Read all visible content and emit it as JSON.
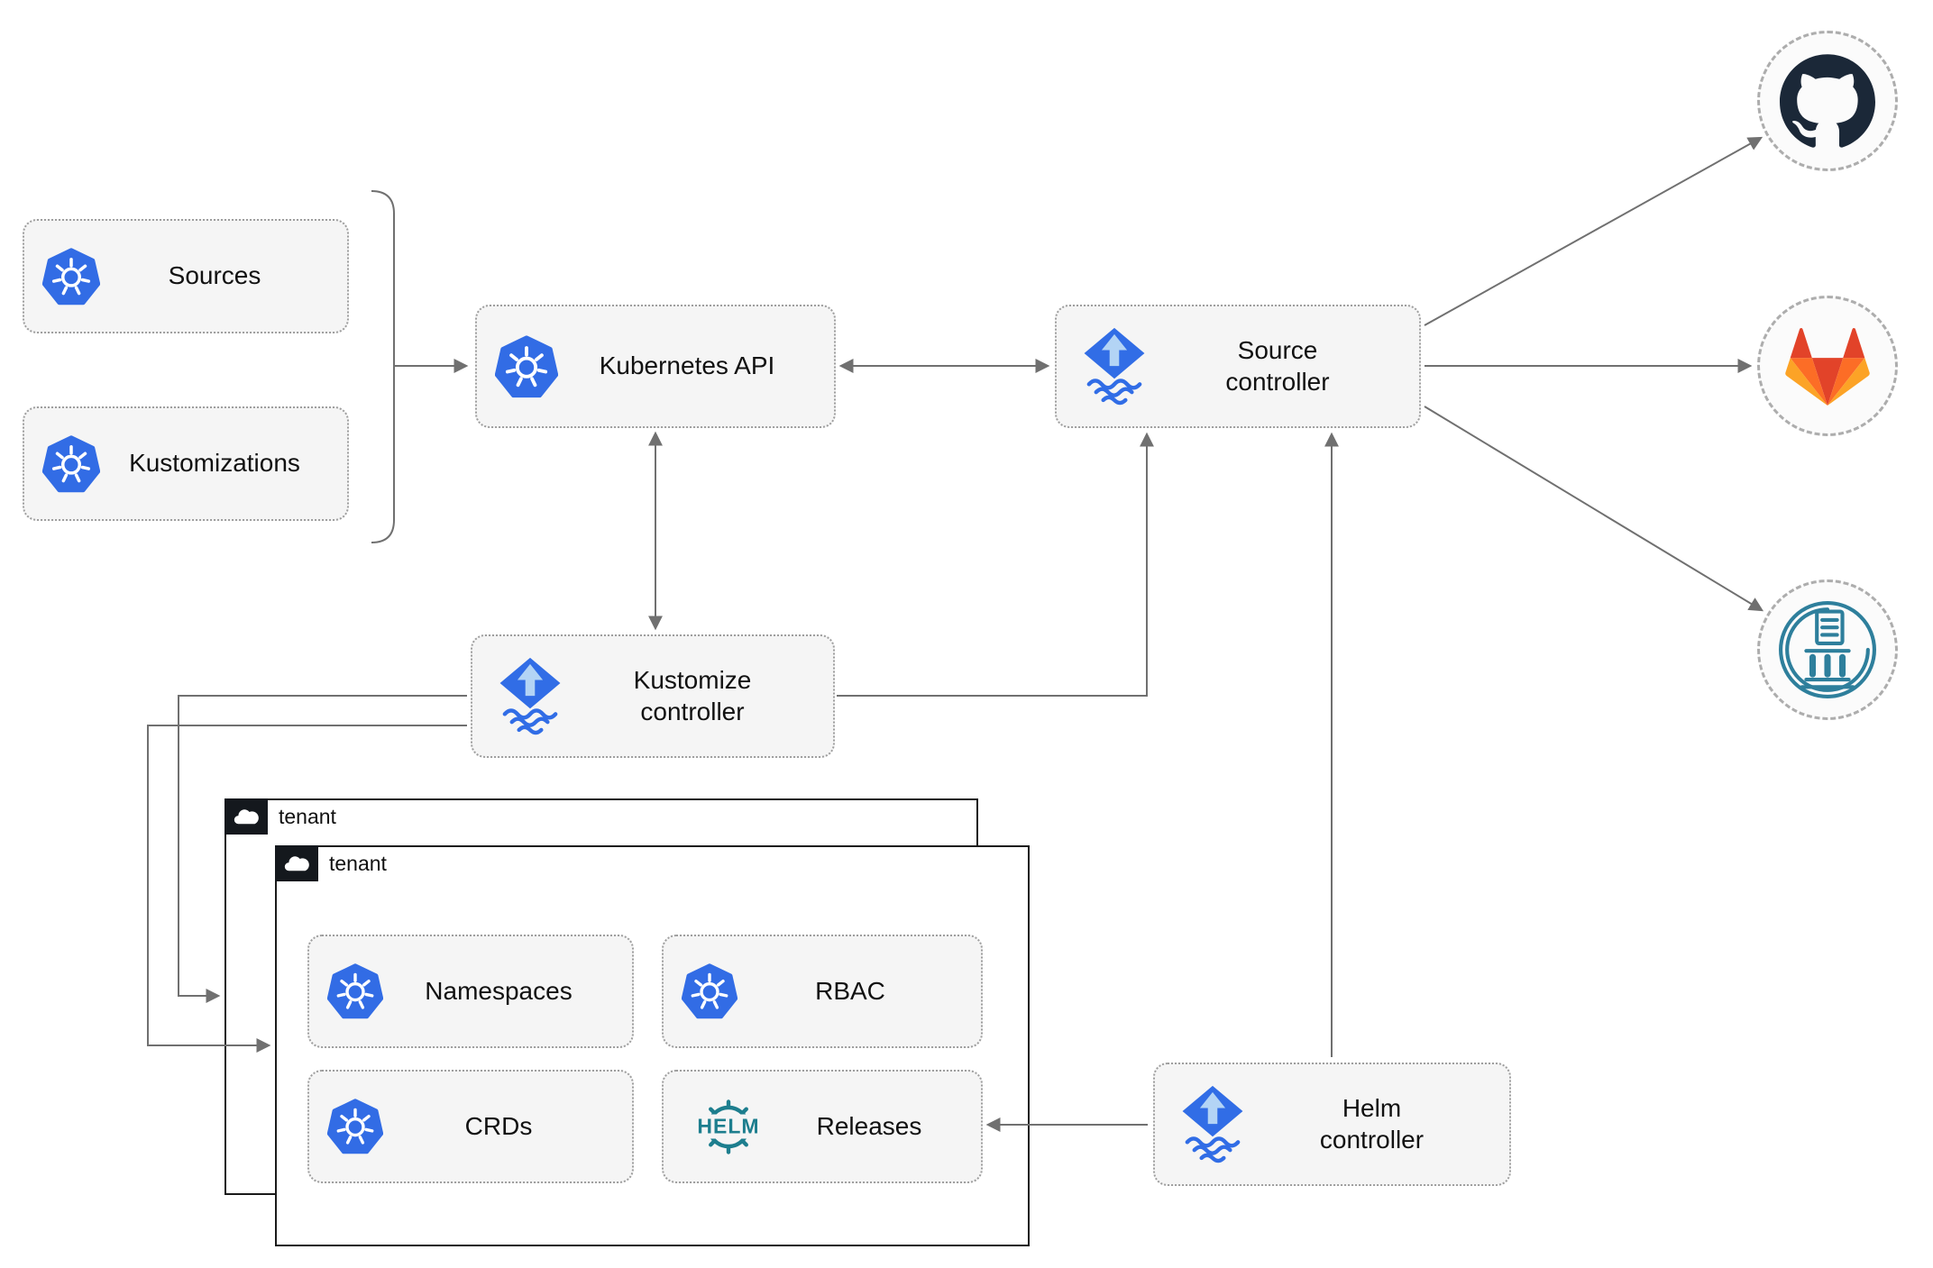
{
  "diagram": {
    "nodes": {
      "sources": {
        "label": "Sources",
        "icon": "kubernetes-icon"
      },
      "kustomizations": {
        "label": "Kustomizations",
        "icon": "kubernetes-icon"
      },
      "kubernetes_api": {
        "label": "Kubernetes API",
        "icon": "kubernetes-icon"
      },
      "source_controller": {
        "label": "Source controller",
        "icon": "flux-icon"
      },
      "kustomize_controller": {
        "label": "Kustomize controller",
        "icon": "flux-icon"
      },
      "helm_controller": {
        "label": "Helm controller",
        "icon": "flux-icon"
      },
      "tenant_back": {
        "label": "tenant",
        "icon": "cloud-icon"
      },
      "tenant_front": {
        "label": "tenant",
        "icon": "cloud-icon"
      },
      "namespaces": {
        "label": "Namespaces",
        "icon": "kubernetes-icon"
      },
      "rbac": {
        "label": "RBAC",
        "icon": "kubernetes-icon"
      },
      "crds": {
        "label": "CRDs",
        "icon": "kubernetes-icon"
      },
      "releases": {
        "label": "Releases",
        "icon": "helm-icon",
        "logo_text": "HELM"
      }
    },
    "remotes": {
      "github": {
        "icon": "github-icon"
      },
      "gitlab": {
        "icon": "gitlab-icon"
      },
      "chartmuseum": {
        "icon": "chartmuseum-icon"
      }
    },
    "colors": {
      "kubernetes_blue": "#326ce5",
      "flux_blue": "#316de6",
      "flux_arrow_light": "#b3d4f5",
      "helm_teal": "#1d7e8e",
      "chartmuseum_teal": "#2e7f9c",
      "github_dark": "#1b2838",
      "gitlab_red": "#e24329",
      "gitlab_orange": "#fc6d26",
      "gitlab_yellow": "#fca326",
      "connector_gray": "#707070",
      "node_fill": "#f5f5f5",
      "node_border": "#9e9e9e",
      "tenant_border": "#1a1a1a"
    }
  }
}
